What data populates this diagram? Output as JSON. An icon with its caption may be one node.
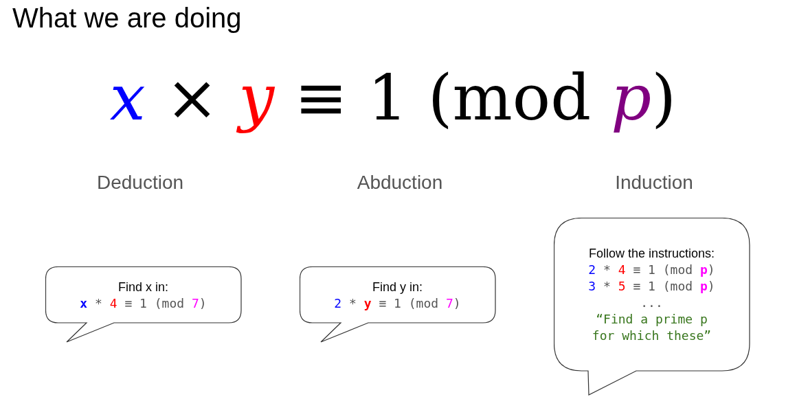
{
  "diagram": {
    "title": "What we are doing",
    "nodes": [
      {
        "text": [
          "Find x in:",
          "x * 4 ≡ 1 (mod 7)"
        ]
      },
      {
        "text": [
          "Find y in:",
          "2 * y ≡ 1 (mod 7)"
        ]
      },
      {
        "text": [
          "Follow the instructions:",
          "2 * 4 ≡ 1 (mod p)",
          "3 * 5 ≡ 1 (mod p)",
          "...",
          "“Find a prime p for which these”"
        ]
      }
    ],
    "edges": [],
    "labels": [
      "x × y ≡ 1 (mod p)",
      "Deduction",
      "Abduction",
      "Induction"
    ]
  }
}
